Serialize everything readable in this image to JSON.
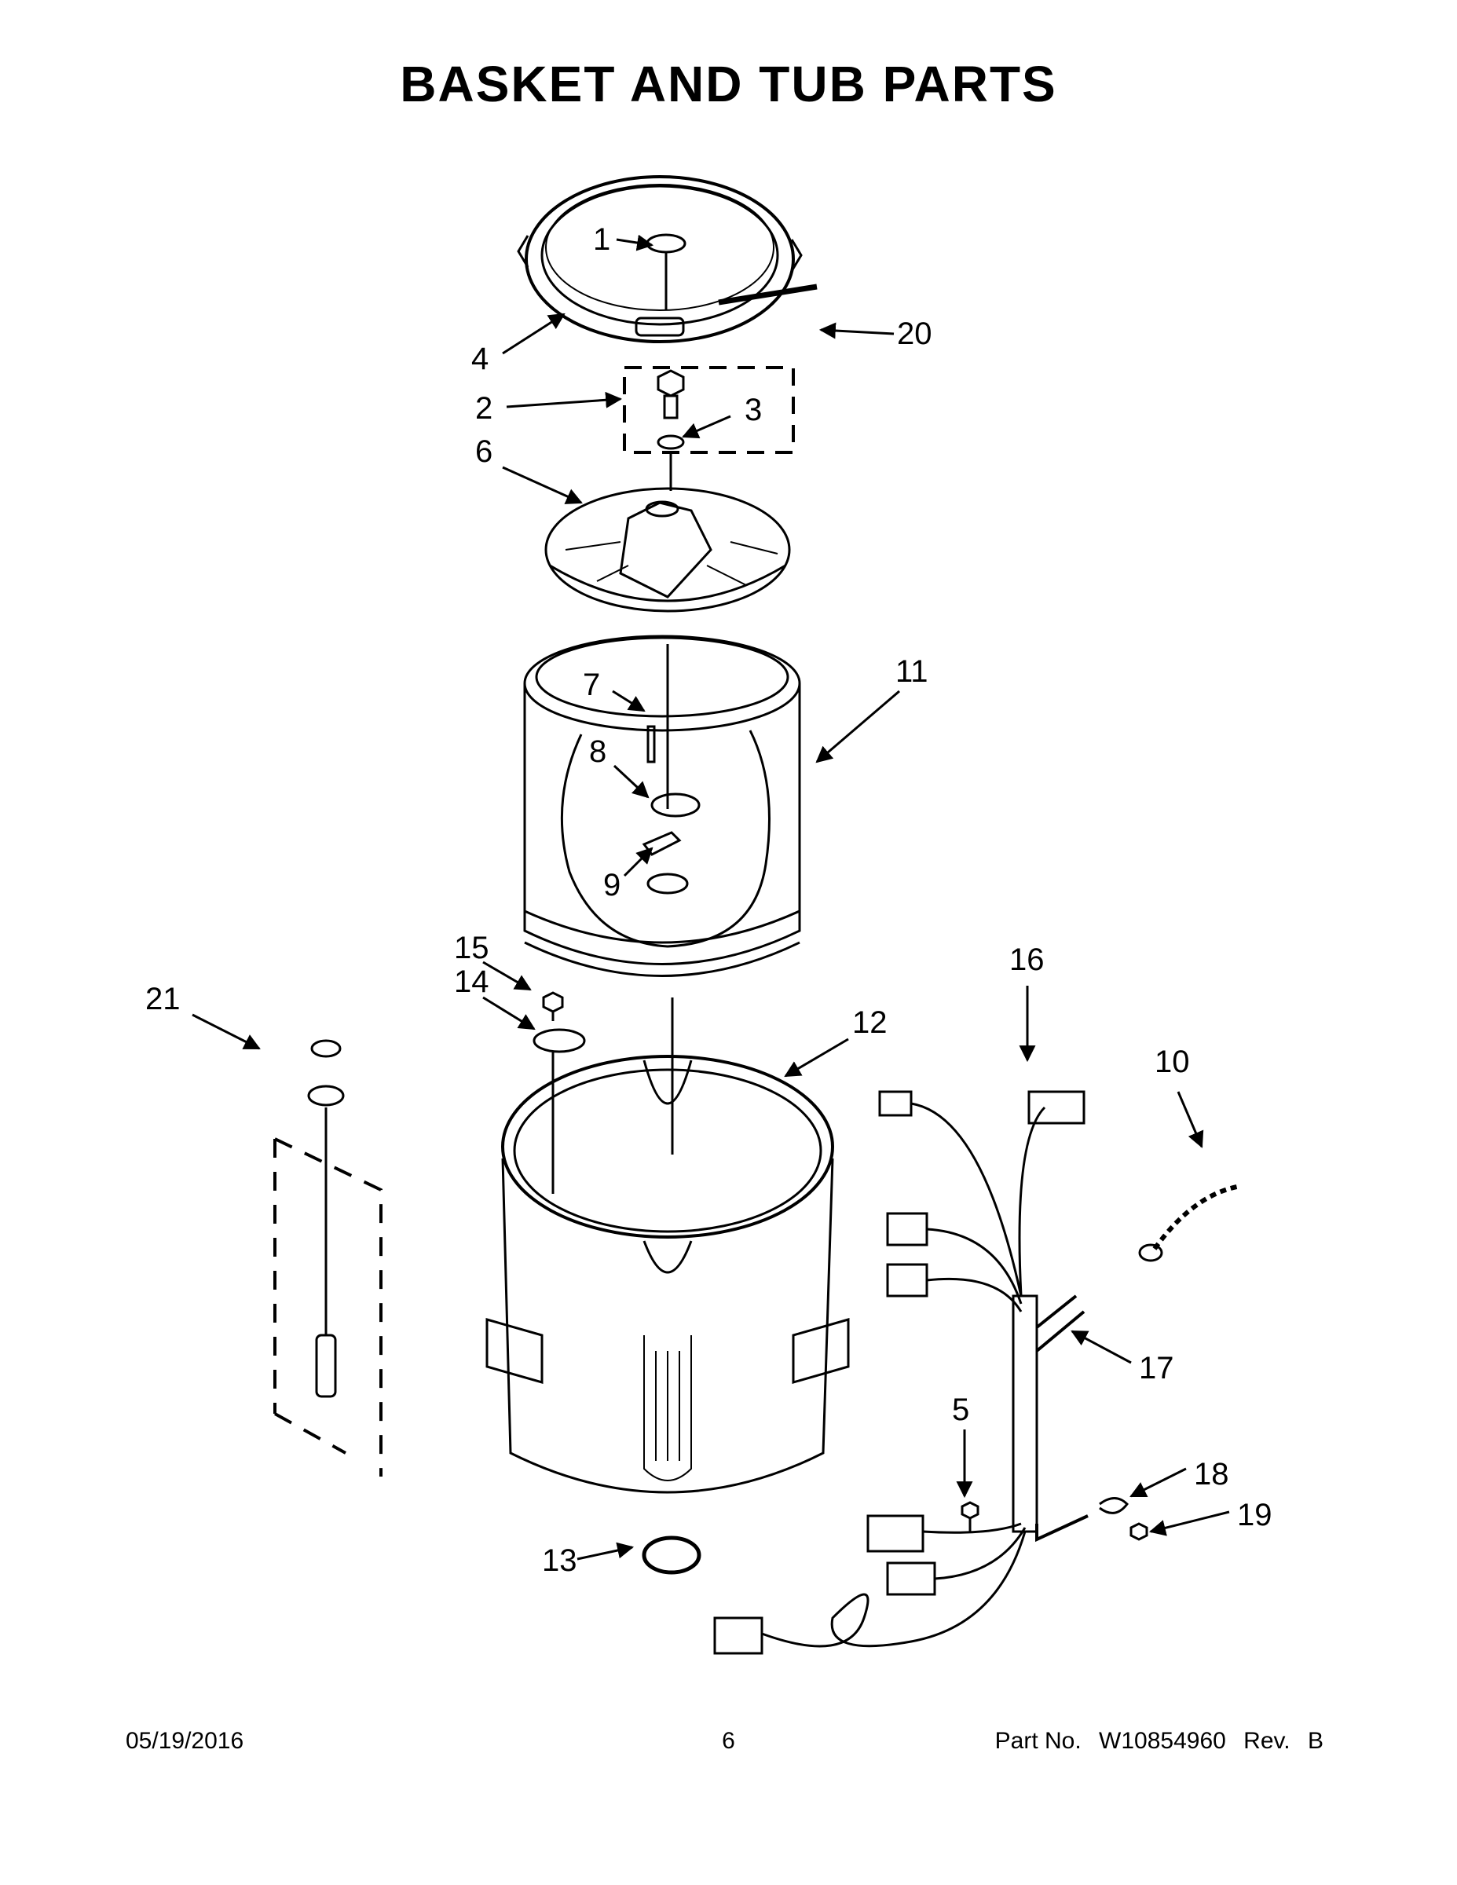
{
  "title": "BASKET AND TUB PARTS",
  "callouts": {
    "c1": "1",
    "c2": "2",
    "c3": "3",
    "c4": "4",
    "c5": "5",
    "c6": "6",
    "c7": "7",
    "c8": "8",
    "c9": "9",
    "c10": "10",
    "c11": "11",
    "c12": "12",
    "c13": "13",
    "c14": "14",
    "c15": "15",
    "c16": "16",
    "c17": "17",
    "c18": "18",
    "c19": "19",
    "c20": "20",
    "c21": "21"
  },
  "footer": {
    "date": "05/19/2016",
    "page": "6",
    "part_label": "Part No.",
    "part_number": "W10854960",
    "rev_label": "Rev.",
    "rev": "B"
  }
}
